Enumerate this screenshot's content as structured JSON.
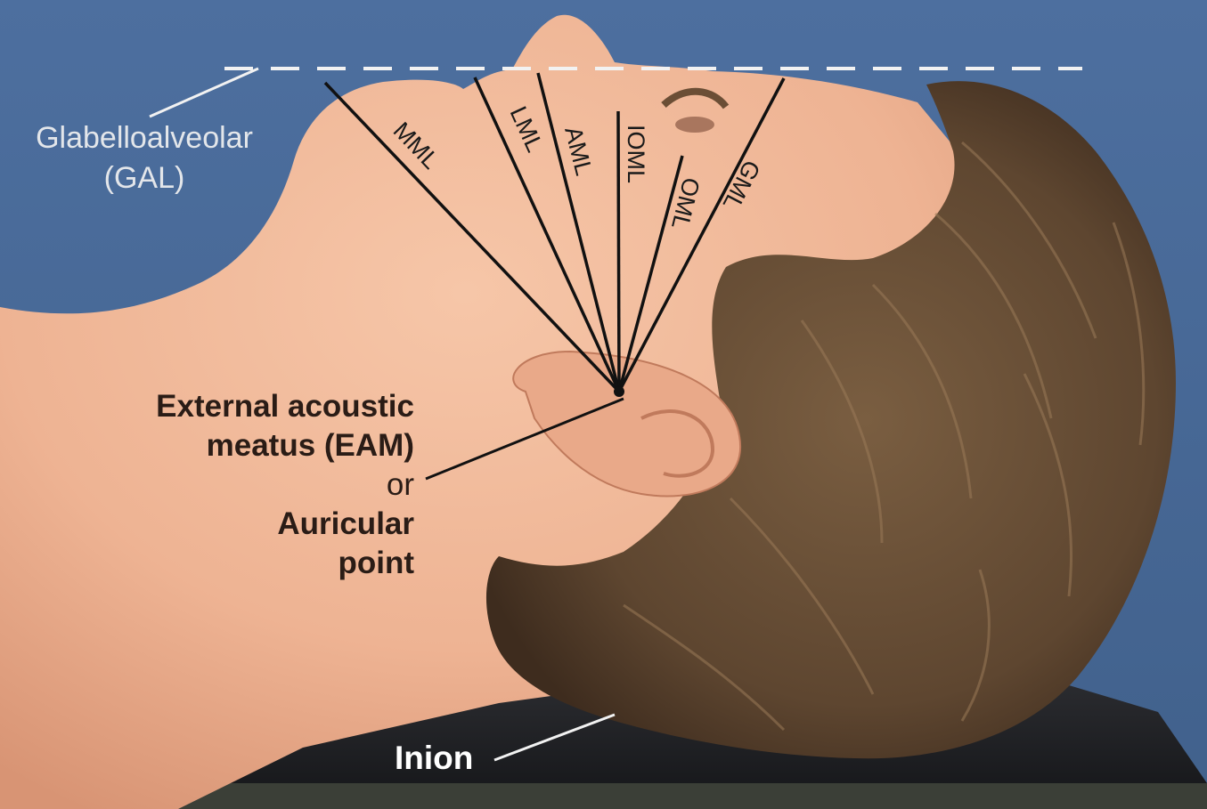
{
  "labels": {
    "gal_line1": "Glabelloalveolar",
    "gal_line2": "(GAL)",
    "eam_line1": "External acoustic",
    "eam_line2": "meatus (EAM)",
    "eam_or": "or",
    "eam_line3": "Auricular",
    "eam_line4": "point",
    "inion": "Inion"
  },
  "positioning_lines": [
    {
      "name": "mml",
      "label": "MML"
    },
    {
      "name": "lml",
      "label": "LML"
    },
    {
      "name": "aml",
      "label": "AML"
    },
    {
      "name": "ioml",
      "label": "IOML"
    },
    {
      "name": "oml",
      "label": "OML"
    },
    {
      "name": "gml",
      "label": "GML"
    }
  ],
  "colors": {
    "background": "#4a6c9b",
    "skin": "#f0b898",
    "hair": "#6b5238",
    "table": "#1e1f22",
    "line": "#111111",
    "dashed_line": "#f2f2f2"
  }
}
